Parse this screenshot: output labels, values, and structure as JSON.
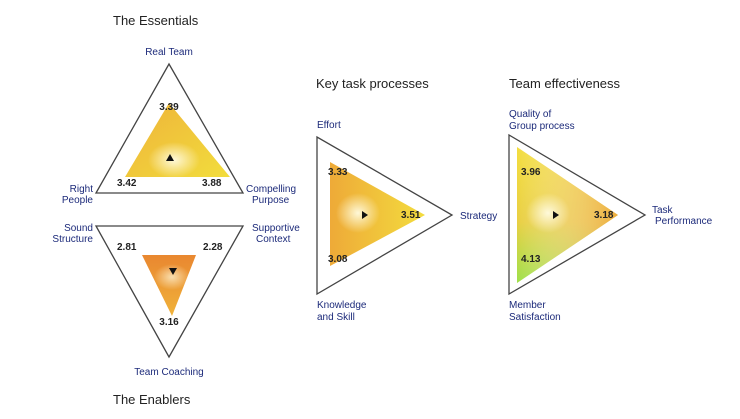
{
  "colors": {
    "outline": "#444444",
    "label": "#1c2a7a",
    "yellow": "#f2dd3c",
    "amber": "#eeb23a",
    "orange": "#ea8a30",
    "green": "#9ee04a",
    "center_glow": "#fffbe0"
  },
  "essentials": {
    "title": "The Essentials",
    "labels": {
      "top": "Real Team",
      "left": [
        "Right",
        "People"
      ],
      "right": [
        "Compelling",
        "Purpose"
      ]
    },
    "values": {
      "top": "3.39",
      "left": "3.42",
      "right": "3.88"
    }
  },
  "enablers": {
    "title": "The Enablers",
    "labels": {
      "left": [
        "Sound",
        "Structure"
      ],
      "right": [
        "Supportive",
        "Context"
      ],
      "bottom": "Team Coaching"
    },
    "values": {
      "left": "2.81",
      "right": "2.28",
      "bottom": "3.16"
    }
  },
  "key_task": {
    "title": "Key task processes",
    "labels": {
      "top": "Effort",
      "right": "Strategy",
      "bottom": [
        "Knowledge",
        "and Skill"
      ]
    },
    "values": {
      "top": "3.33",
      "right": "3.51",
      "bottom": "3.08"
    }
  },
  "effectiveness": {
    "title": "Team effectiveness",
    "labels": {
      "top": [
        "Quality of",
        "Group process"
      ],
      "right": [
        "Task",
        "Performance"
      ],
      "bottom": [
        "Member",
        "Satisfaction"
      ]
    },
    "values": {
      "top": "3.96",
      "right": "3.18",
      "bottom": "4.13"
    }
  }
}
